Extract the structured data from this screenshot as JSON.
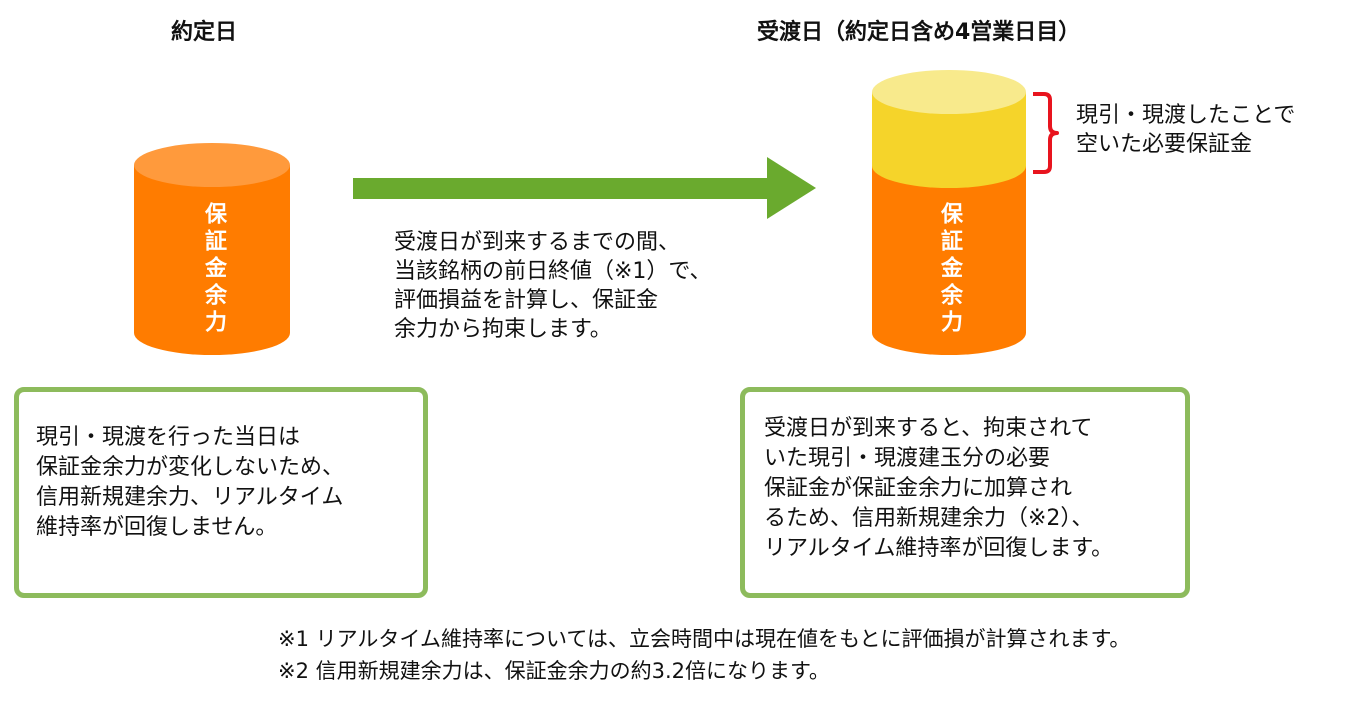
{
  "headings": {
    "left": "約定日",
    "right": "受渡日（約定日含め4営業日目）"
  },
  "cylinders": {
    "left_label": "保証金余力",
    "right_label": "保証金余力"
  },
  "middle_text": "受渡日が到来するまでの間、\n当該銘柄の前日終値（※1）で、\n評価損益を計算し、保証金\n余力から拘束します。",
  "freed_text": "現引・現渡したことで\n空いた必要保証金",
  "box_left_text": "現引・現渡を行った当日は\n保証金余力が変化しないため、\n信用新規建余力、リアルタイム\n維持率が回復しません。",
  "box_right_text": "受渡日が到来すると、拘束されて\nいた現引・現渡建玉分の必要\n保証金が保証金余力に加算され\nるため、信用新規建余力（※2）、\nリアルタイム維持率が回復します。",
  "notes": {
    "note1": "※1 リアルタイム維持率については、立会時間中は現在値をもとに評価損が計算されます。",
    "note2": "※2 信用新規建余力は、保証金余力の約3.2倍になります。"
  },
  "colors": {
    "orange": "#ff7c00",
    "orange_top": "#ff9a3c",
    "yellow": "#f5d42a",
    "yellow_top": "#f8ea8c",
    "arrow_green": "#6aaa2e",
    "box_border": "#8dbb5c",
    "bracket_red": "#e8141e"
  }
}
